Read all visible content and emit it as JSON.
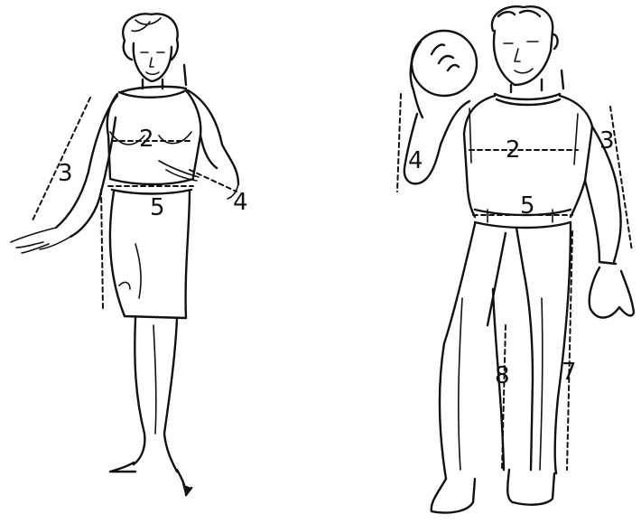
{
  "labels": {
    "woman": [
      "2",
      "3",
      "4",
      "5"
    ],
    "man": [
      "2",
      "3",
      "4",
      "5",
      "7",
      "8"
    ]
  }
}
